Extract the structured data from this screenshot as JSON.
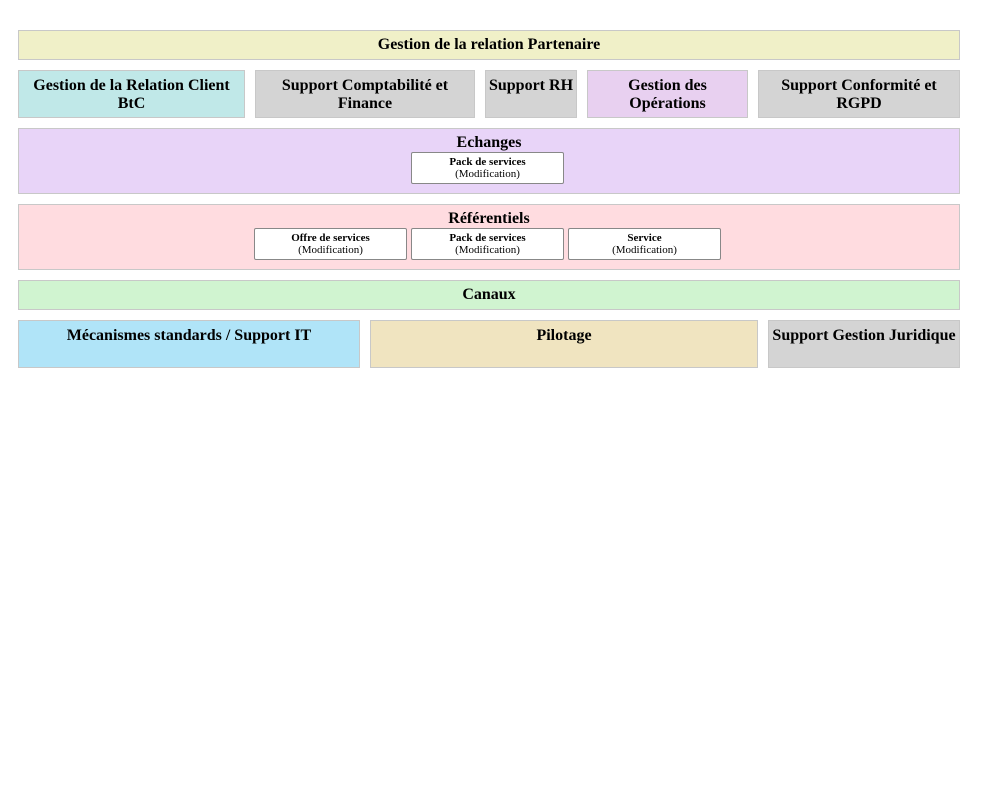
{
  "partner": {
    "title": "Gestion de la relation Partenaire",
    "color": "#f0f0c8"
  },
  "top_row": [
    {
      "title": "Gestion de la Relation Client BtC",
      "color": "#c0e8e8"
    },
    {
      "title": "Support Comptabilité et Finance",
      "color": "#d4d4d4"
    },
    {
      "title": "Support RH",
      "color": "#d4d4d4"
    },
    {
      "title": "Gestion des Opérations",
      "color": "#e8d0f0"
    },
    {
      "title": "Support Conformité et RGPD",
      "color": "#d4d4d4"
    }
  ],
  "echanges": {
    "title": "Echanges",
    "color": "#e8d4f8",
    "cards": [
      {
        "name": "Pack de services",
        "sub": "(Modification)"
      }
    ]
  },
  "referentiels": {
    "title": "Référentiels",
    "color": "#ffdce0",
    "cards": [
      {
        "name": "Offre de services",
        "sub": "(Modification)"
      },
      {
        "name": "Pack de services",
        "sub": "(Modification)"
      },
      {
        "name": "Service",
        "sub": "(Modification)"
      }
    ]
  },
  "canaux": {
    "title": "Canaux",
    "color": "#d0f4d0"
  },
  "bottom_row": [
    {
      "title": "Mécanismes standards / Support IT",
      "color": "#b0e4f8"
    },
    {
      "title": "Pilotage",
      "color": "#f0e4c0"
    },
    {
      "title": "Support Gestion Juridique",
      "color": "#d4d4d4"
    }
  ]
}
